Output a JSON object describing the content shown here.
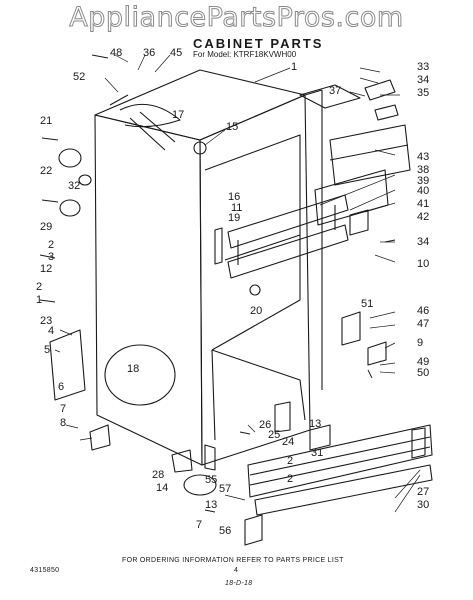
{
  "watermark": "AppliancePartsPros.com",
  "header": {
    "title": "CABINET PARTS",
    "model_line": "For Model: KTRF18KVWH00"
  },
  "footer": {
    "order_info": "FOR ORDERING INFORMATION REFER TO PARTS PRICE LIST",
    "doc_number": "4315850",
    "page_number": "4",
    "date_code": "18-D-18"
  },
  "callouts": [
    "48",
    "36",
    "45",
    "1",
    "52",
    "33",
    "34",
    "37",
    "35",
    "17",
    "21",
    "15",
    "22",
    "32",
    "43",
    "16",
    "11",
    "19",
    "38",
    "39",
    "40",
    "41",
    "42",
    "29",
    "2",
    "3",
    "12",
    "34",
    "10",
    "2",
    "1",
    "20",
    "23",
    "51",
    "46",
    "47",
    "4",
    "5",
    "9",
    "49",
    "50",
    "18",
    "6",
    "7",
    "8",
    "26",
    "25",
    "24",
    "13",
    "31",
    "28",
    "2",
    "14",
    "55",
    "57",
    "2",
    "27",
    "13",
    "30",
    "7",
    "56"
  ],
  "colors": {
    "ink": "#1a1a1a",
    "paper": "#ffffff",
    "watermark_stroke": "#8a8a8a"
  }
}
